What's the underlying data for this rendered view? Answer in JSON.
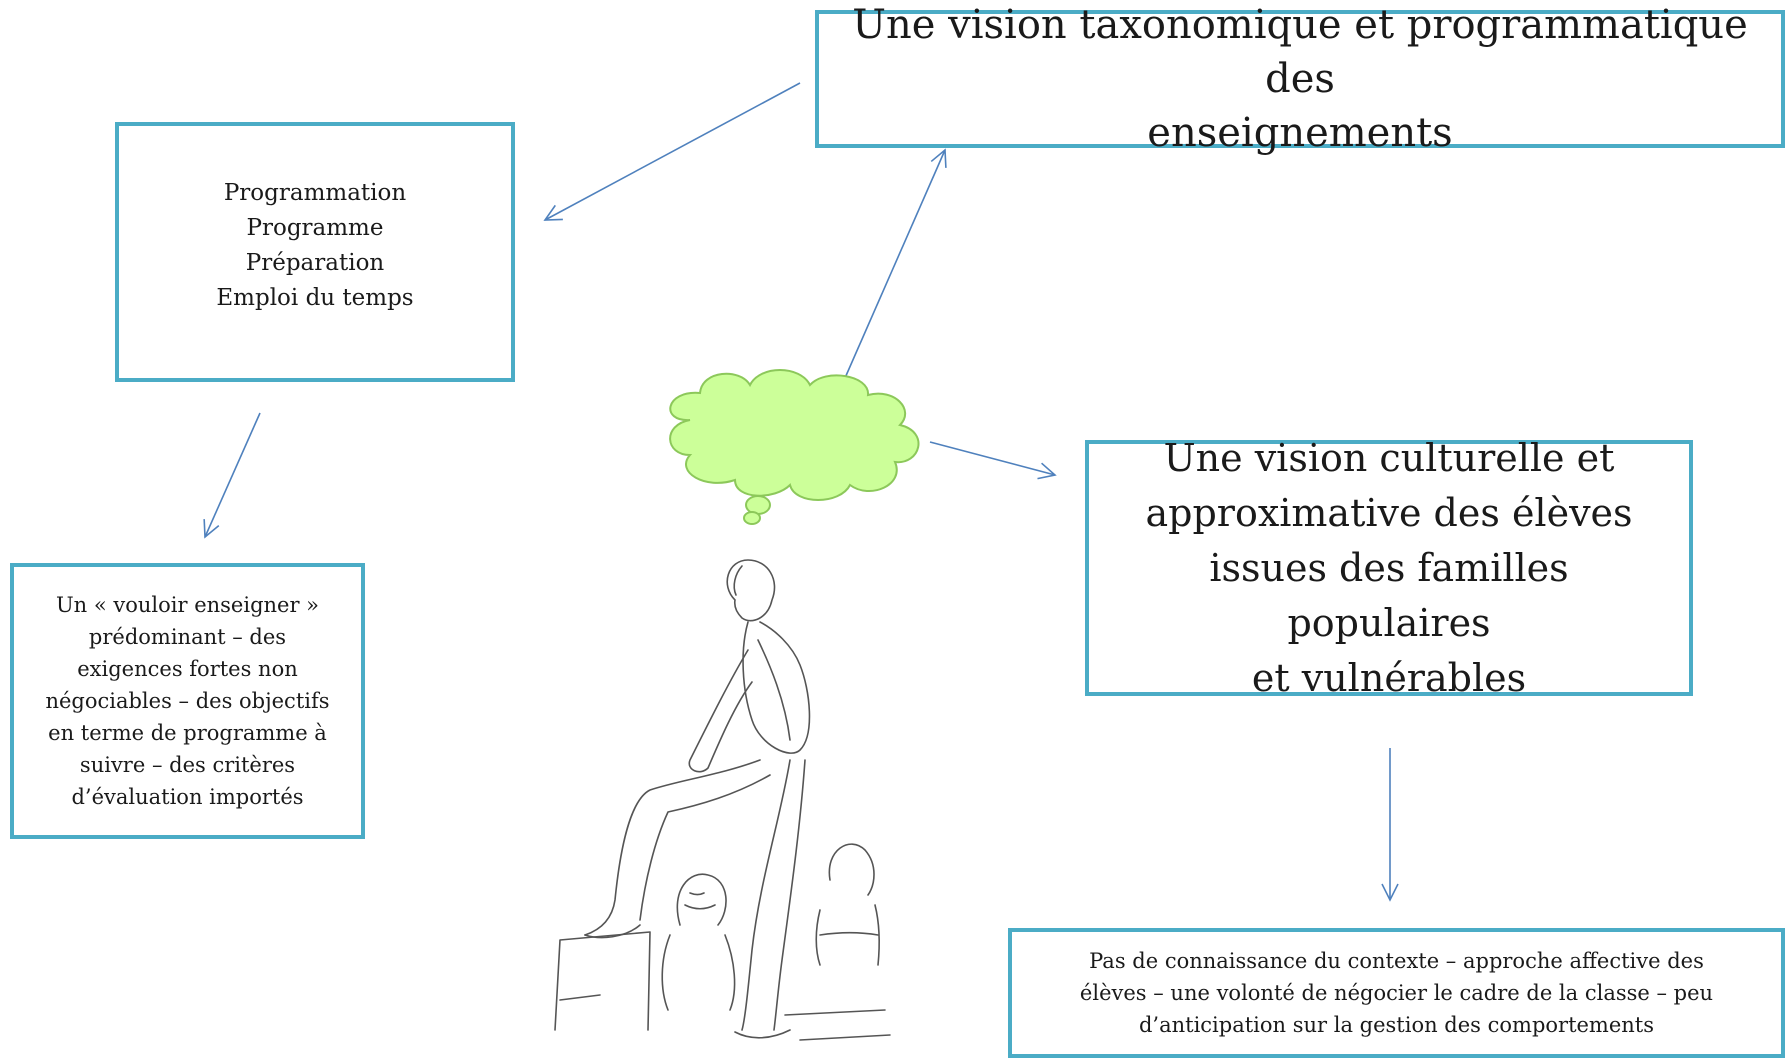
{
  "diagram": {
    "top_right": {
      "lines": [
        "Une vision taxonomique et programmatique des",
        "enseignements"
      ]
    },
    "left_top": {
      "lines": [
        "Programmation",
        "Programme",
        "Préparation",
        "Emploi du temps"
      ]
    },
    "left_bottom": {
      "lines": [
        "Un « vouloir enseigner »",
        "prédominant – des",
        "exigences fortes non",
        "négociables –  des objectifs",
        "en terme de programme à",
        "suivre – des critères",
        "d’évaluation importés"
      ]
    },
    "right_middle": {
      "lines": [
        "Une vision culturelle et",
        "approximative  des élèves",
        "issues des familles populaires",
        "et vulnérables"
      ]
    },
    "right_bottom": {
      "lines": [
        "Pas de connaissance du contexte – approche affective des",
        "élèves – une volonté de négocier le cadre de la classe – peu",
        "d’anticipation sur  la gestion des comportements"
      ]
    }
  },
  "colors": {
    "box_border": "#4bacc6",
    "arrow": "#4f81bd",
    "cloud_fill": "#ccff99",
    "cloud_stroke": "#8cc85a",
    "sketch": "#555555"
  },
  "icons": [
    "thought-cloud-icon",
    "teacher-sketch-illustration"
  ]
}
